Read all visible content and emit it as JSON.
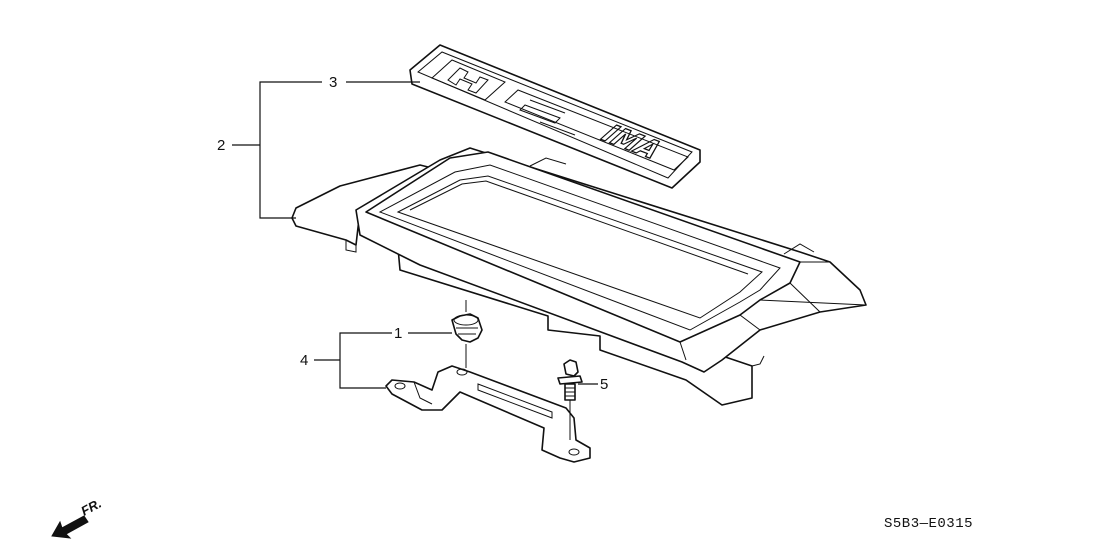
{
  "diagram": {
    "callouts": [
      {
        "id": "1",
        "text": "1"
      },
      {
        "id": "2",
        "text": "2"
      },
      {
        "id": "3",
        "text": "3"
      },
      {
        "id": "4",
        "text": "4"
      },
      {
        "id": "5",
        "text": "5"
      }
    ],
    "emblem_text": "IMA",
    "direction_label": "FR.",
    "diagram_code": "S5B3—E0315"
  }
}
